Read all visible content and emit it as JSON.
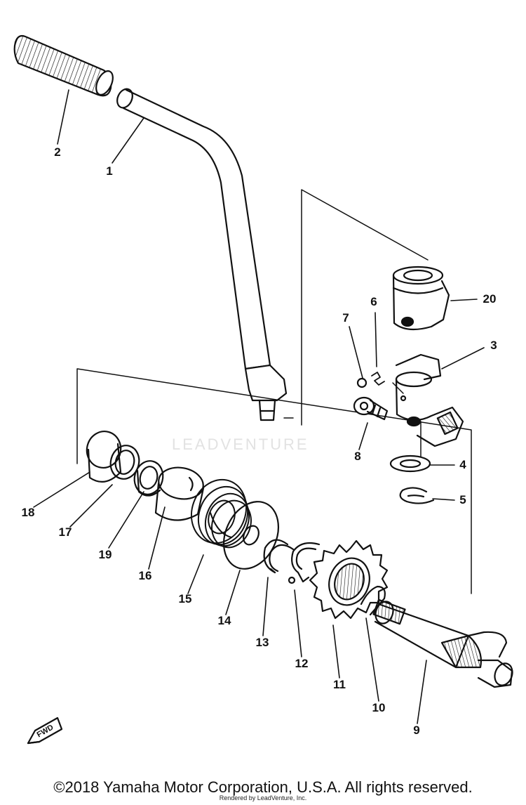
{
  "watermark": "LEADVENTURE",
  "fwd_label": "FWD",
  "copyright": "©2018 Yamaha Motor Corporation, U.S.A. All rights reserved.",
  "rendered_by": "Rendered by LeadVenture, Inc.",
  "callouts": {
    "p1": "1",
    "p2": "2",
    "p3": "3",
    "p4": "4",
    "p5": "5",
    "p6": "6",
    "p7": "7",
    "p8": "8",
    "p9": "9",
    "p10": "10",
    "p11": "11",
    "p12": "12",
    "p13": "13",
    "p14": "14",
    "p15": "15",
    "p16": "16",
    "p17": "17",
    "p18": "18",
    "p19": "19",
    "p20": "20"
  }
}
